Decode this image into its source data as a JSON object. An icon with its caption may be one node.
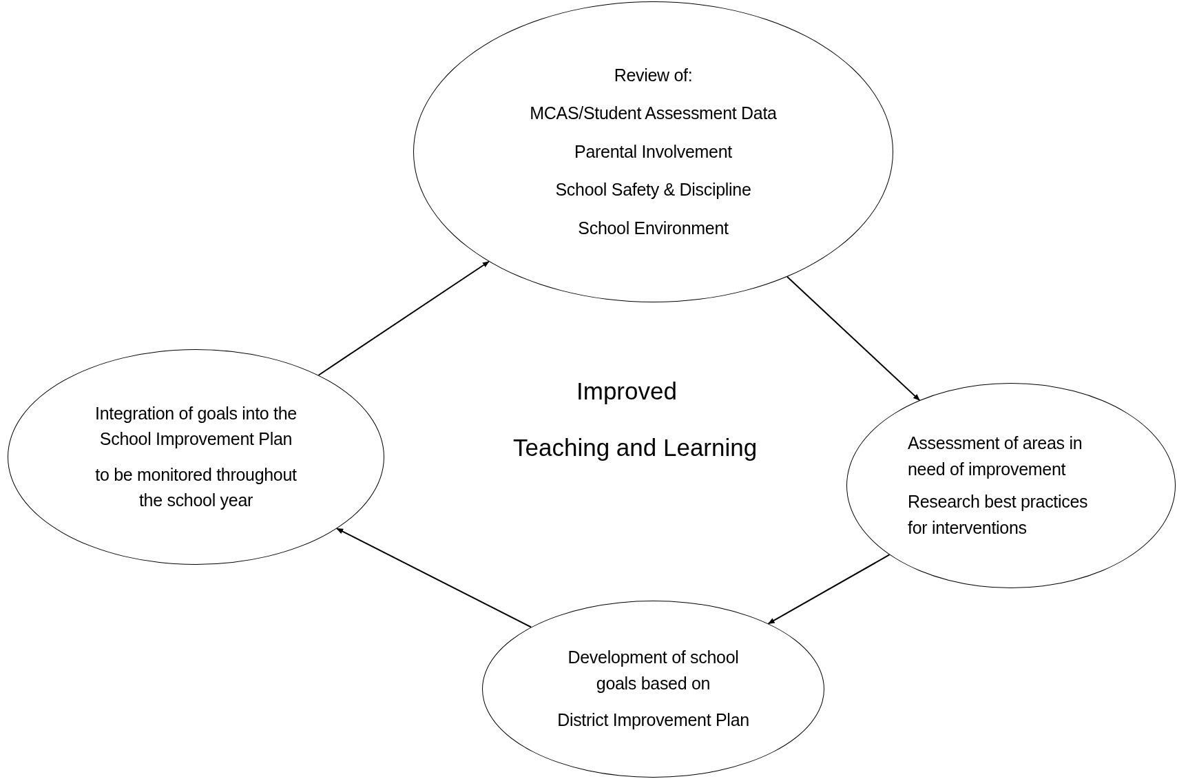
{
  "diagram": {
    "nodes": [
      {
        "text": [
          "Review of:",
          "MCAS/Student Assessment Data",
          "Parental Involvement",
          "School Safety & Discipline",
          "School Environment"
        ]
      },
      {
        "text": [
          "Assessment of areas in need of improvement",
          "Research best practices for interventions"
        ]
      },
      {
        "text": [
          "Development of school goals based on",
          "District Improvement Plan"
        ]
      },
      {
        "text": [
          "Integration of goals into the School Improvement Plan",
          "to be monitored throughout the school year"
        ]
      }
    ],
    "edges": [
      {
        "from": 0,
        "to": 1,
        "arrow": "to"
      },
      {
        "from": 1,
        "to": 2,
        "arrow": "to"
      },
      {
        "from": 2,
        "to": 3,
        "arrow": "to"
      },
      {
        "from": 3,
        "to": 0,
        "arrow": "to"
      }
    ],
    "labels": [
      "Improved",
      "Teaching and Learning"
    ]
  }
}
